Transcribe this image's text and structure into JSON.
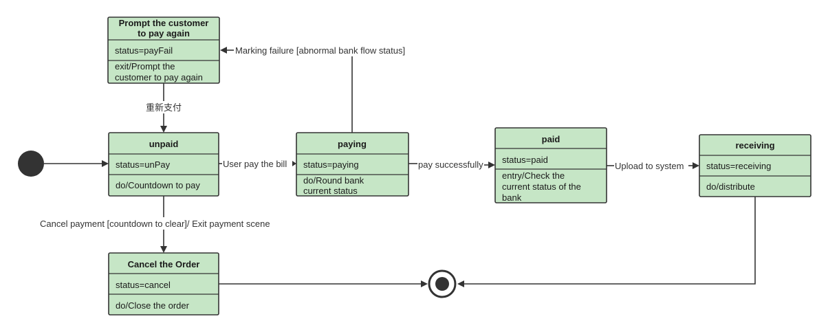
{
  "states": {
    "prompt": {
      "title_line1": "Prompt the customer",
      "title_line2": "to pay again",
      "status": "status=payFail",
      "action_line1": "exit/Prompt the",
      "action_line2": "customer to pay again"
    },
    "unpaid": {
      "title": "unpaid",
      "status": "status=unPay",
      "action": "do/Countdown to pay"
    },
    "paying": {
      "title": "paying",
      "status": "status=paying",
      "action_line1": "do/Round bank",
      "action_line2": "current status"
    },
    "paid": {
      "title": "paid",
      "status": "status=paid",
      "action_line1": "entry/Check the",
      "action_line2": "current status of the",
      "action_line3": "bank"
    },
    "receiving": {
      "title": "receiving",
      "status": "status=receiving",
      "action": "do/distribute"
    },
    "cancel": {
      "title": "Cancel the Order",
      "status": "status=cancel",
      "action": "do/Close the order"
    }
  },
  "transitions": {
    "marking_failure": "Marking failure [abnormal bank flow status]",
    "repay": "重新支付",
    "user_pay": "User pay the bill",
    "pay_success": "pay successfully",
    "upload": "Upload to system",
    "cancel_payment": "Cancel payment [countdown to clear]/ Exit payment scene"
  },
  "colors": {
    "state_fill": "#c6e6c6",
    "stroke": "#333333",
    "background": "#ffffff"
  }
}
